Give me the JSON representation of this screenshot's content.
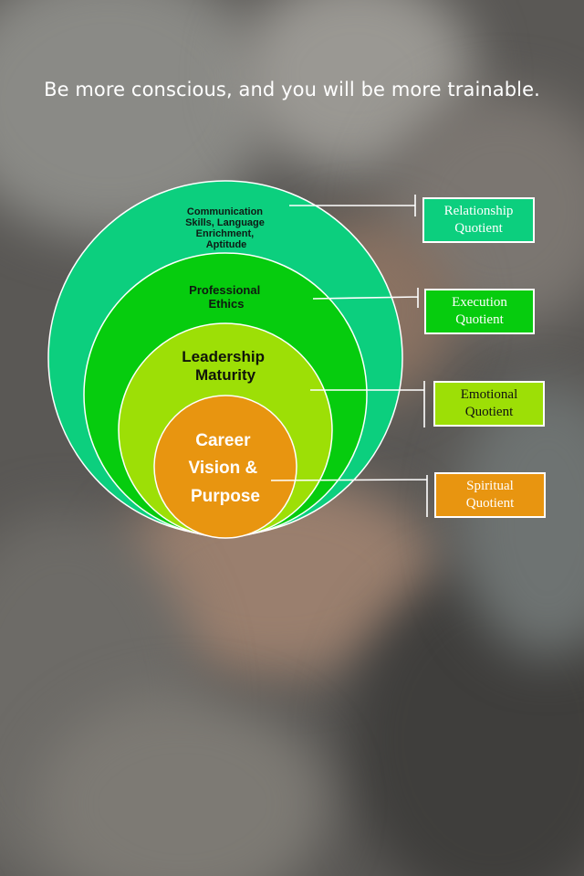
{
  "headline": "Be more conscious, and you will be more trainable.",
  "colors": {
    "relationship": "#0ccf7e",
    "execution": "#06cc0e",
    "emotional": "#9ddf06",
    "spiritual": "#e89510",
    "outline": "#ffffff"
  },
  "circles": {
    "communication": [
      "Communication",
      "Skills, Language",
      "Enrichment,",
      "Aptitude"
    ],
    "ethics": [
      "Professional",
      "Ethics"
    ],
    "leadership": [
      "Leadership",
      "Maturity"
    ],
    "career": [
      "Career",
      "Vision &",
      "Purpose"
    ]
  },
  "quotients": {
    "relationship": [
      "Relationship",
      "Quotient"
    ],
    "execution": [
      "Execution",
      "Quotient"
    ],
    "emotional": [
      "Emotional",
      "Quotient"
    ],
    "spiritual": [
      "Spiritual",
      "Quotient"
    ]
  }
}
